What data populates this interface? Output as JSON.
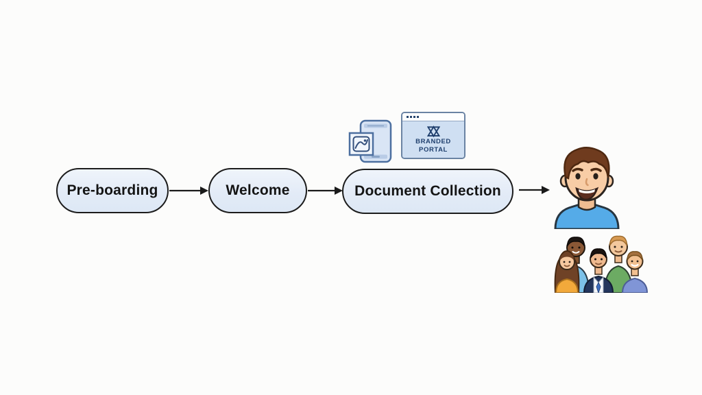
{
  "diagram": {
    "type": "flowchart",
    "steps": [
      {
        "id": "pre-boarding",
        "label": "Pre-boarding"
      },
      {
        "id": "welcome",
        "label": "Welcome"
      },
      {
        "id": "document-collection",
        "label": "Document Collection"
      }
    ],
    "connections": [
      {
        "from": "Pre-boarding",
        "to": "Welcome"
      },
      {
        "from": "Welcome",
        "to": "Document Collection"
      },
      {
        "from": "Document Collection",
        "to": "new-hire-illustration"
      }
    ]
  },
  "portal_icon": {
    "line1": "BRANDED",
    "line2": "PORTAL"
  },
  "icons": [
    "mobile-photo-capture-icon",
    "branded-portal-window-icon"
  ],
  "illustrations": [
    "new-hire-man-blue-shirt",
    "team-of-five-people"
  ],
  "colors": {
    "background": "#fcfcfb",
    "pill_fill": "#e7eef8",
    "pill_border": "#1c1c1c",
    "pill_text": "#141414",
    "arrow": "#1a1a1a",
    "icon_fill_blue": "#d9e5f5",
    "icon_stroke_blue": "#4c6f9f",
    "portal_body_blue": "#cfdff2",
    "portal_navy": "#1f3f6d",
    "man_shirt_blue": "#55abe8",
    "man_hair_brown": "#6f3b1e",
    "skin_light": "#f8cda6"
  }
}
